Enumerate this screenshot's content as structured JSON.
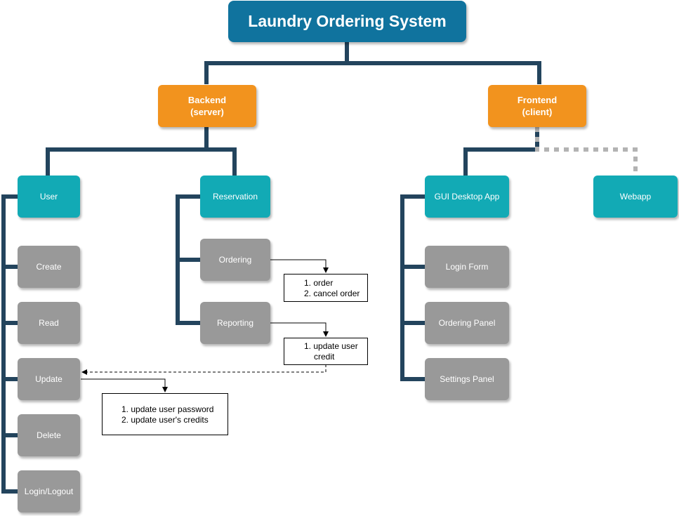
{
  "title": "Laundry Ordering System",
  "colors": {
    "title": "#10739e",
    "orange": "#f2931e",
    "teal": "#12aab5",
    "gray": "#999999",
    "connector": "#23445d",
    "dotted": "#b3b3b3"
  },
  "backend": {
    "label": "Backend\n(server)"
  },
  "frontend": {
    "label": "Frontend\n(client)"
  },
  "user": {
    "label": "User",
    "items": [
      "Create",
      "Read",
      "Update",
      "Delete",
      "Login/Logout"
    ]
  },
  "reservation": {
    "label": "Reservation",
    "items": [
      "Ordering",
      "Reporting"
    ]
  },
  "gui": {
    "label": "GUI Desktop App",
    "items": [
      "Login Form",
      "Ordering Panel",
      "Settings Panel"
    ]
  },
  "webapp": {
    "label": "Webapp"
  },
  "notes": {
    "ordering": [
      "1. order",
      "2. cancel order"
    ],
    "reporting": [
      "1.  update user",
      "credit"
    ],
    "update": [
      "1. update user password",
      "2. update user's credits"
    ]
  }
}
